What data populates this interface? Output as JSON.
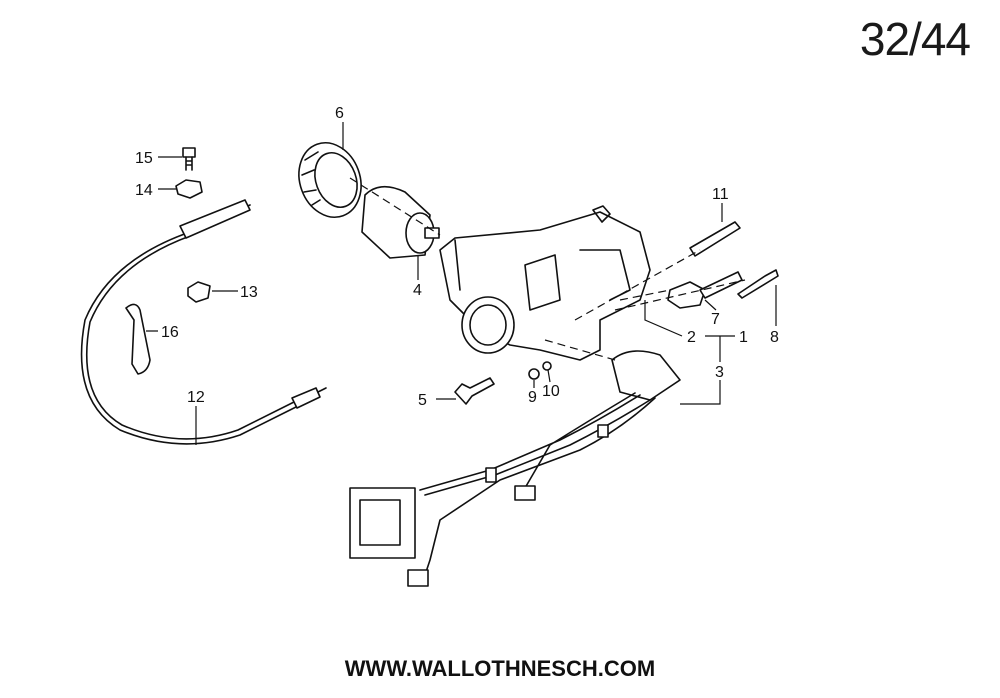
{
  "page_number": "32/44",
  "footer_url": "WWW.WALLOTHNESCH.COM",
  "part_labels": {
    "p1": "1",
    "p2": "2",
    "p3": "3",
    "p4": "4",
    "p5": "5",
    "p6": "6",
    "p7": "7",
    "p8": "8",
    "p9": "9",
    "p10": "10",
    "p11": "11",
    "p12": "12",
    "p13": "13",
    "p14": "14",
    "p15": "15",
    "p16": "16"
  }
}
